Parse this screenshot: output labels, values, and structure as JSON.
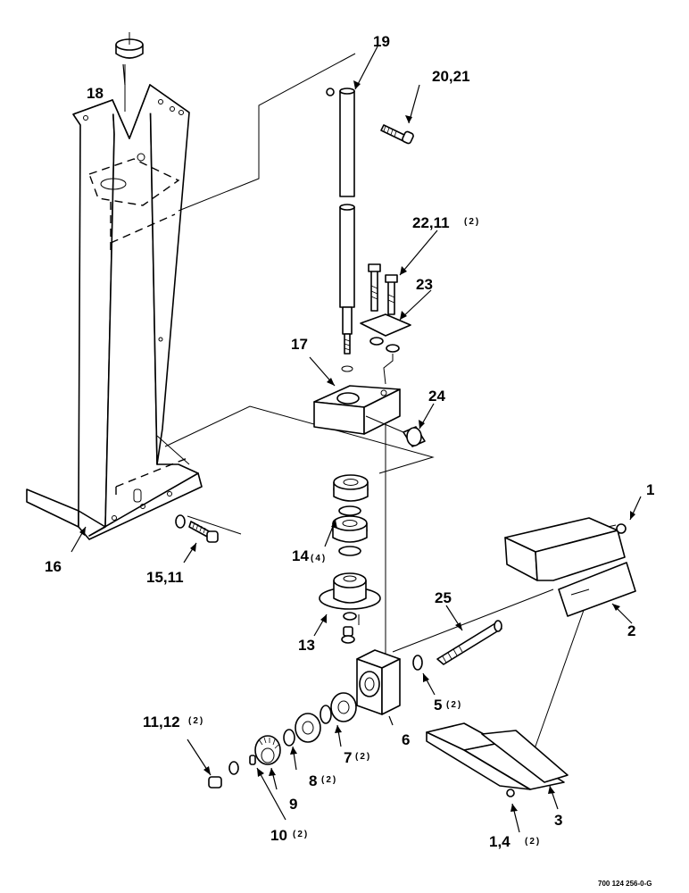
{
  "callouts": {
    "c1": "1",
    "c2": "2",
    "c3": "3",
    "c1_4": "1,4",
    "c1_4_qty": "(2)",
    "c5": "5",
    "c5_qty": "(2)",
    "c6": "6",
    "c7": "7",
    "c7_qty": "(2)",
    "c8": "8",
    "c8_qty": "(2)",
    "c9": "9",
    "c10": "10",
    "c10_qty": "(2)",
    "c11_12": "11,12",
    "c11_12_qty": "(2)",
    "c13": "13",
    "c14": "14",
    "c14_qty": "(4)",
    "c15_11": "15,11",
    "c16": "16",
    "c17": "17",
    "c18": "18",
    "c19": "19",
    "c20_21": "20,21",
    "c22_11": "22,11",
    "c22_11_qty": "(2)",
    "c23": "23",
    "c24": "24",
    "c25": "25"
  },
  "drawing_number": "700 124 256-0-G"
}
